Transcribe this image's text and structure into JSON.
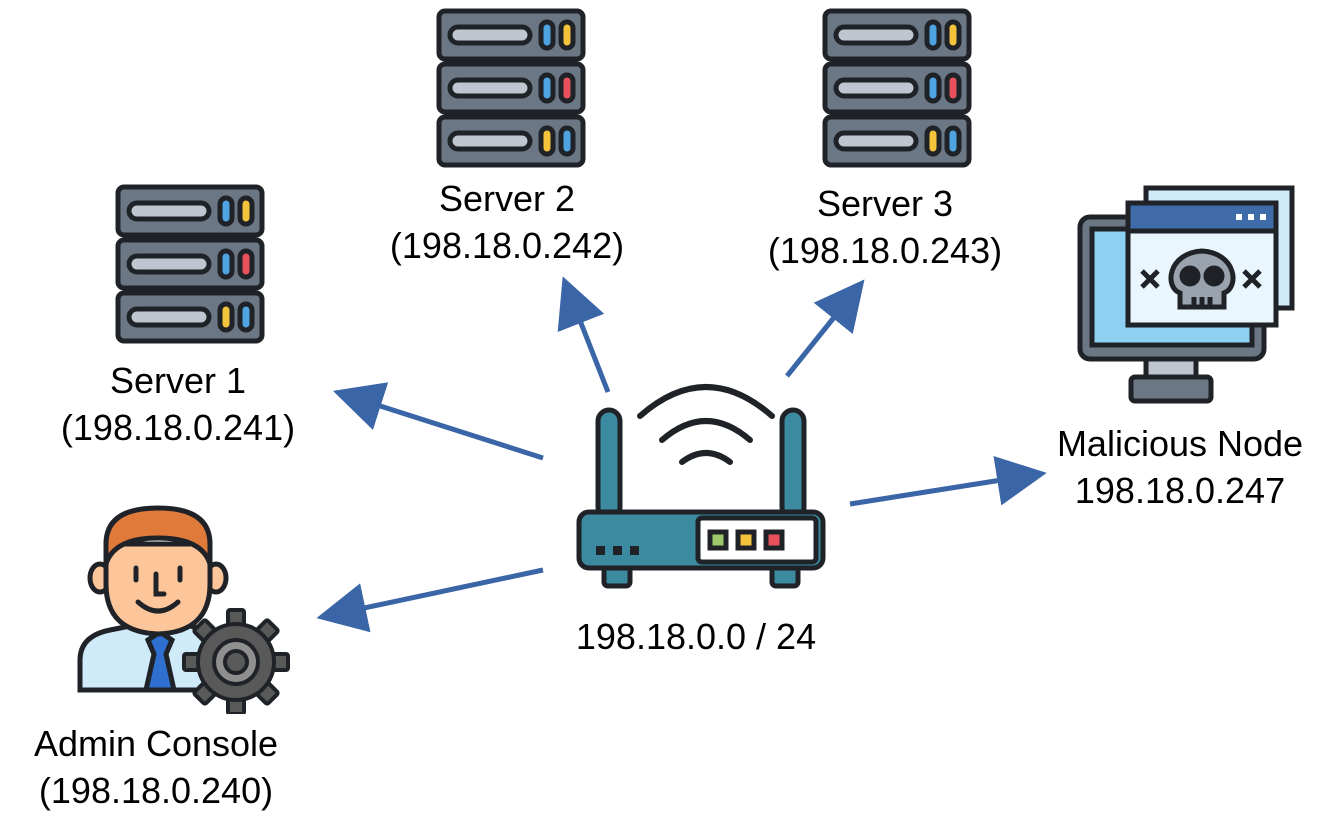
{
  "nodes": {
    "server1": {
      "name": "Server 1",
      "ip": "(198.18.0.241)",
      "icon": "server-rack-icon"
    },
    "server2": {
      "name": "Server 2",
      "ip": "(198.18.0.242)",
      "icon": "server-rack-icon"
    },
    "server3": {
      "name": "Server 3",
      "ip": "(198.18.0.243)",
      "icon": "server-rack-icon"
    },
    "malicious": {
      "name": "Malicious Node",
      "ip": "198.18.0.247",
      "icon": "malware-monitor-icon"
    },
    "admin": {
      "name": "Admin Console",
      "ip": "(198.18.0.240)",
      "icon": "admin-user-gear-icon"
    },
    "router": {
      "subnet": "198.18.0.0 / 24",
      "icon": "wifi-router-icon"
    }
  },
  "edges": [
    {
      "from": "router",
      "to": "server1"
    },
    {
      "from": "router",
      "to": "server2"
    },
    {
      "from": "router",
      "to": "server3"
    },
    {
      "from": "router",
      "to": "malicious"
    },
    {
      "from": "router",
      "to": "admin"
    }
  ],
  "colors": {
    "arrow": "#3a65a6",
    "outline": "#1f2328",
    "server_body": "#6b7784",
    "server_slot": "#bfc6cf",
    "led_blue": "#4ea3e0",
    "led_yellow": "#f3c33c",
    "led_red": "#e8505b",
    "router_teal": "#3b8aa0",
    "screen_blue": "#8ed0f1",
    "window_bar": "#3f6ca8",
    "skin": "#fdc59a",
    "hair": "#e07a3b",
    "shirt": "#cfeaf8",
    "tie": "#2f6fcf",
    "gear": "#595959"
  }
}
